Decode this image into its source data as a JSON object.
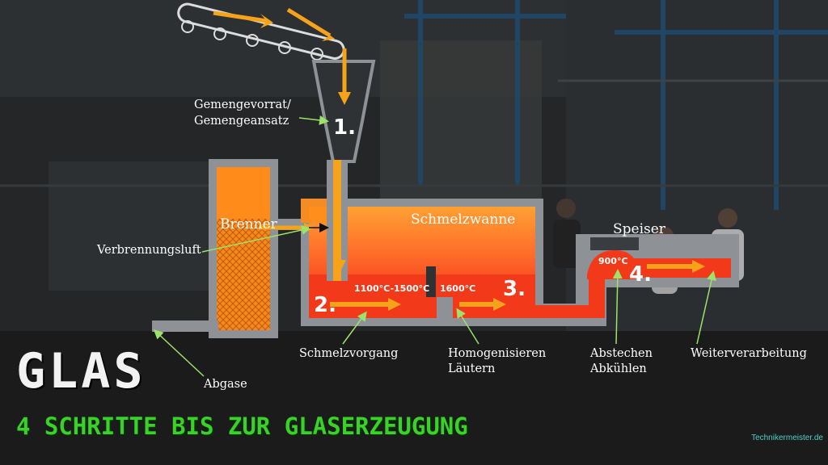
{
  "title": "GLAS",
  "subtitle": "4 SCHRITTE BIS ZUR GLASERZEUGUNG",
  "watermark": "Techniker",
  "logo_text": "Technikermeister.de",
  "labels": {
    "gemengevorrat": "Gemengevorrat/",
    "gemengeansatz": "Gemengeansatz",
    "brenner": "Brenner",
    "verbrennungsluft": "Verbrennungsluft",
    "schmelzwanne": "Schmelzwanne",
    "speiser": "Speiser",
    "schmelzvorgang": "Schmelzvorgang",
    "homogenisieren": "Homogenisieren",
    "laeutern": "Läutern",
    "abstechen": "Abstechen",
    "abkuehlen": "Abkühlen",
    "weiterverarbeitung": "Weiterverarbeitung",
    "abgase": "Abgase"
  },
  "temperatures": {
    "melt": "1100°C-1500°C",
    "refine": "1600°C",
    "feeder": "900°C"
  },
  "steps": [
    "1.",
    "2.",
    "3.",
    "4."
  ],
  "colors": {
    "furnace_gray": "#8e9296",
    "glass_orange": "#ff8c1a",
    "glass_red": "#f23a1a",
    "hopper_dark": "#2f3235",
    "accent_green": "#3ad12a",
    "arrow_green": "#9be36a",
    "arrow_orange": "#f7a21b"
  }
}
